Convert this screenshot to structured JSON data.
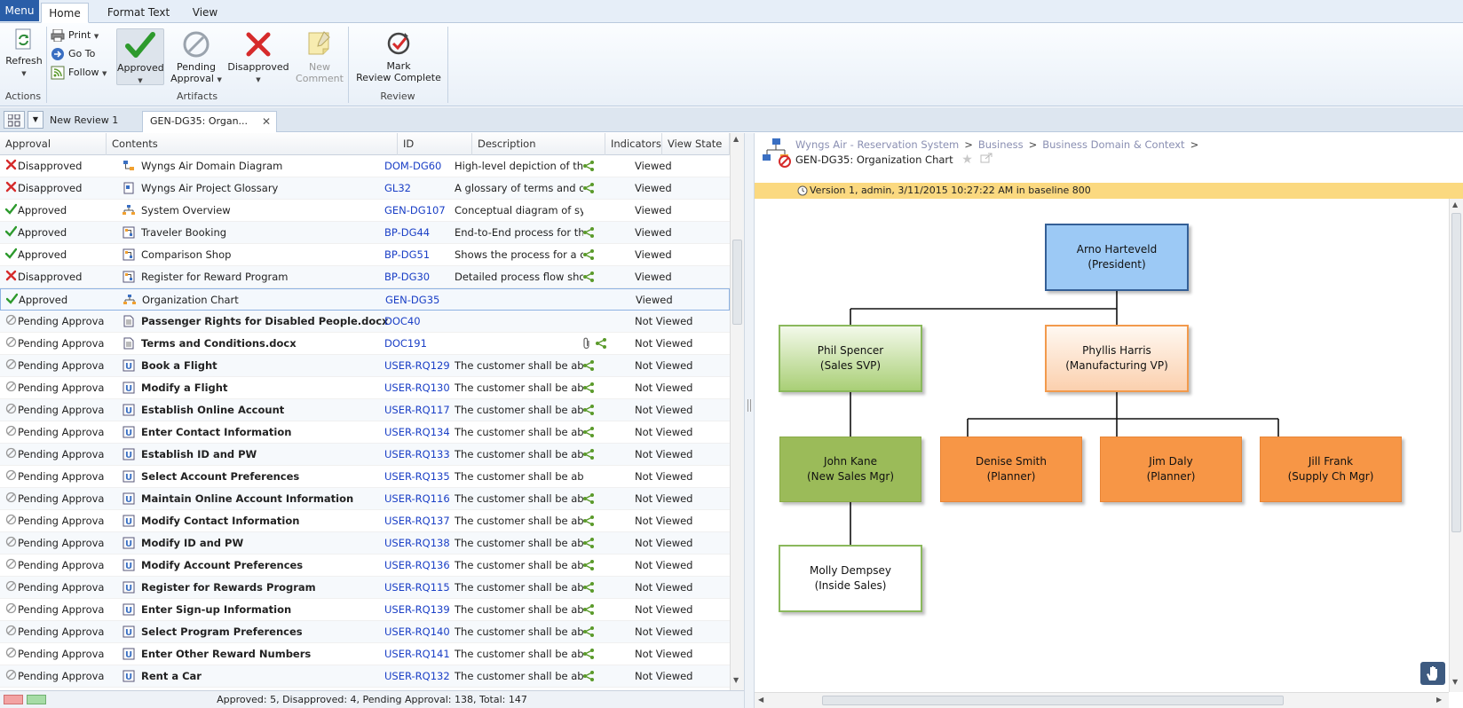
{
  "ribbon": {
    "menu_label": "Menu",
    "tabs": [
      {
        "label": "Home"
      },
      {
        "label": "Format Text"
      },
      {
        "label": "View"
      }
    ],
    "actions_group": {
      "label": "Actions",
      "refresh": "Refresh"
    },
    "artifacts_group": {
      "label": "Artifacts",
      "print": "Print",
      "goto": "Go To",
      "follow": "Follow",
      "approved": "Approved",
      "pending_l1": "Pending",
      "pending_l2": "Approval",
      "disapproved": "Disapproved",
      "new_comment_l1": "New",
      "new_comment_l2": "Comment"
    },
    "review_group": {
      "label": "Review",
      "mark_l1": "Mark",
      "mark_l2": "Review Complete"
    }
  },
  "doc_tabs": [
    {
      "label": "New Review 1"
    },
    {
      "label": "GEN-DG35: Organ..."
    }
  ],
  "grid": {
    "columns": [
      "Approval",
      "Contents",
      "ID",
      "Description",
      "Indicators",
      "View State"
    ],
    "rows": [
      {
        "approval": "Disapproved",
        "status": "x",
        "contents": "Wyngs Air Domain Diagram",
        "type": "diagram",
        "id": "DOM-DG60",
        "description": "High-level depiction of the",
        "ind": "trace",
        "view": "Viewed",
        "bold": false
      },
      {
        "approval": "Disapproved",
        "status": "x",
        "contents": "Wyngs Air Project Glossary",
        "type": "glossary",
        "id": "GL32",
        "description": "A glossary of terms and d",
        "ind": "trace",
        "view": "Viewed",
        "bold": false
      },
      {
        "approval": "Approved",
        "status": "ok",
        "contents": "System Overview",
        "type": "org",
        "id": "GEN-DG107",
        "description": "Conceptual diagram of sy:",
        "ind": "",
        "view": "Viewed",
        "bold": false
      },
      {
        "approval": "Approved",
        "status": "ok",
        "contents": "Traveler Booking",
        "type": "process",
        "id": "BP-DG44",
        "description": "End-to-End process for th",
        "ind": "trace",
        "view": "Viewed",
        "bold": false
      },
      {
        "approval": "Approved",
        "status": "ok",
        "contents": "Comparison Shop",
        "type": "process",
        "id": "BP-DG51",
        "description": "Shows the process for a c",
        "ind": "trace",
        "view": "Viewed",
        "bold": false
      },
      {
        "approval": "Disapproved",
        "status": "x",
        "contents": "Register for Reward Program",
        "type": "process",
        "id": "BP-DG30",
        "description": "Detailed process flow sho",
        "ind": "trace",
        "view": "Viewed",
        "bold": false
      },
      {
        "approval": "Approved",
        "status": "ok",
        "contents": "Organization Chart",
        "type": "org",
        "id": "GEN-DG35",
        "description": "",
        "ind": "",
        "view": "Viewed",
        "bold": false,
        "selected": true
      },
      {
        "approval": "Pending Approval",
        "status": "pending",
        "contents": "Passenger Rights for Disabled People.docx",
        "type": "doc",
        "id": "DOC40",
        "description": "",
        "ind": "",
        "view": "Not Viewed",
        "bold": true
      },
      {
        "approval": "Pending Approval",
        "status": "pending",
        "contents": "Terms and Conditions.docx",
        "type": "doc",
        "id": "DOC191",
        "description": "",
        "ind": "clip-trace",
        "view": "Not Viewed",
        "bold": true
      },
      {
        "approval": "Pending Approval",
        "status": "pending",
        "contents": "Book a Flight",
        "type": "uc",
        "id": "USER-RQ129",
        "description": "The customer shall be abl",
        "ind": "trace",
        "view": "Not Viewed",
        "bold": true
      },
      {
        "approval": "Pending Approval",
        "status": "pending",
        "contents": "Modify a Flight",
        "type": "uc",
        "id": "USER-RQ130",
        "description": "The customer shall be abl",
        "ind": "trace",
        "view": "Not Viewed",
        "bold": true
      },
      {
        "approval": "Pending Approval",
        "status": "pending",
        "contents": "Establish Online Account",
        "type": "uc",
        "id": "USER-RQ117",
        "description": "The customer shall be abl",
        "ind": "trace",
        "view": "Not Viewed",
        "bold": true
      },
      {
        "approval": "Pending Approval",
        "status": "pending",
        "contents": "Enter Contact Information",
        "type": "uc",
        "id": "USER-RQ134",
        "description": "The customer shall be abl",
        "ind": "trace",
        "view": "Not Viewed",
        "bold": true
      },
      {
        "approval": "Pending Approval",
        "status": "pending",
        "contents": "Establish ID and PW",
        "type": "uc",
        "id": "USER-RQ133",
        "description": "The customer shall be abl",
        "ind": "trace",
        "view": "Not Viewed",
        "bold": true
      },
      {
        "approval": "Pending Approval",
        "status": "pending",
        "contents": "Select Account Preferences",
        "type": "uc",
        "id": "USER-RQ135",
        "description": "The customer shall be abl",
        "ind": "",
        "view": "Not Viewed",
        "bold": true
      },
      {
        "approval": "Pending Approval",
        "status": "pending",
        "contents": "Maintain Online Account Information",
        "type": "uc",
        "id": "USER-RQ116",
        "description": "The customer shall be abl",
        "ind": "trace",
        "view": "Not Viewed",
        "bold": true
      },
      {
        "approval": "Pending Approval",
        "status": "pending",
        "contents": "Modify Contact Information",
        "type": "uc",
        "id": "USER-RQ137",
        "description": "The customer shall be abl",
        "ind": "trace",
        "view": "Not Viewed",
        "bold": true
      },
      {
        "approval": "Pending Approval",
        "status": "pending",
        "contents": "Modify ID and PW",
        "type": "uc",
        "id": "USER-RQ138",
        "description": "The customer shall be abl",
        "ind": "trace",
        "view": "Not Viewed",
        "bold": true
      },
      {
        "approval": "Pending Approval",
        "status": "pending",
        "contents": "Modify Account Preferences",
        "type": "uc",
        "id": "USER-RQ136",
        "description": "The customer shall be abl",
        "ind": "trace",
        "view": "Not Viewed",
        "bold": true
      },
      {
        "approval": "Pending Approval",
        "status": "pending",
        "contents": "Register for Rewards Program",
        "type": "uc",
        "id": "USER-RQ115",
        "description": "The customer shall be abl",
        "ind": "trace",
        "view": "Not Viewed",
        "bold": true
      },
      {
        "approval": "Pending Approval",
        "status": "pending",
        "contents": "Enter Sign-up Information",
        "type": "uc",
        "id": "USER-RQ139",
        "description": "The customer shall be abl",
        "ind": "trace",
        "view": "Not Viewed",
        "bold": true
      },
      {
        "approval": "Pending Approval",
        "status": "pending",
        "contents": "Select Program Preferences",
        "type": "uc",
        "id": "USER-RQ140",
        "description": "The customer shall be abl",
        "ind": "trace",
        "view": "Not Viewed",
        "bold": true
      },
      {
        "approval": "Pending Approval",
        "status": "pending",
        "contents": "Enter Other Reward Numbers",
        "type": "uc",
        "id": "USER-RQ141",
        "description": "The customer shall be abl",
        "ind": "trace",
        "view": "Not Viewed",
        "bold": true
      },
      {
        "approval": "Pending Approval",
        "status": "pending",
        "contents": "Rent a Car",
        "type": "uc",
        "id": "USER-RQ132",
        "description": "The customer shall be abl",
        "ind": "trace",
        "view": "Not Viewed",
        "bold": true
      }
    ]
  },
  "status_bar": {
    "text": "Approved: 5, Disapproved: 4, Pending Approval: 138, Total: 147"
  },
  "artifact": {
    "breadcrumb": [
      "Wyngs Air - Reservation System",
      "Business",
      "Business Domain & Context"
    ],
    "breadcrumb_sep": ">",
    "title": "GEN-DG35: Organization Chart",
    "version": "Version 1, admin, 3/11/2015 10:27:22 AM in baseline 800"
  },
  "org_chart": {
    "nodes": [
      {
        "key": "arno",
        "name": "Arno Harteveld",
        "role": "(President)"
      },
      {
        "key": "phil",
        "name": "Phil Spencer",
        "role": "(Sales SVP)"
      },
      {
        "key": "phyllis",
        "name": "Phyllis Harris",
        "role": "(Manufacturing VP)"
      },
      {
        "key": "john",
        "name": "John Kane",
        "role": "(New Sales Mgr)"
      },
      {
        "key": "denise",
        "name": "Denise Smith",
        "role": "(Planner)"
      },
      {
        "key": "jim",
        "name": "Jim Daly",
        "role": "(Planner)"
      },
      {
        "key": "jill",
        "name": "Jill Frank",
        "role": "(Supply Ch Mgr)"
      },
      {
        "key": "molly",
        "name": "Molly Dempsey",
        "role": "(Inside Sales)"
      }
    ]
  }
}
